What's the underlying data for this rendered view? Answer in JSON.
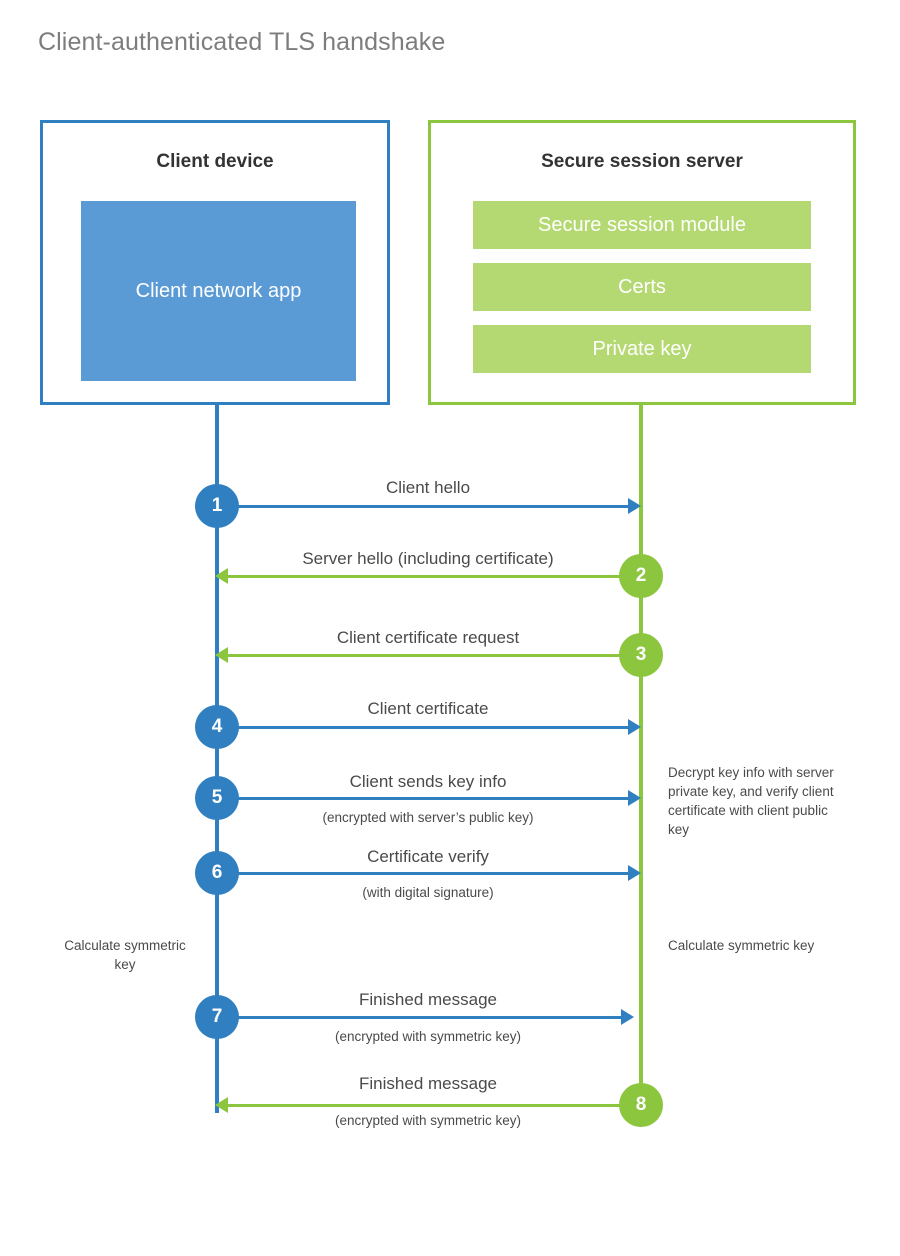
{
  "title": "Client-authenticated TLS handshake",
  "colors": {
    "client_accent": "#2f7fc1",
    "server_accent": "#8cc63f",
    "client_app_fill": "#5b9bd5",
    "server_item_fill": "#b5d972",
    "title_text": "#7d7d7d",
    "body_text": "#4a4a4a",
    "background": "#ffffff"
  },
  "client": {
    "title": "Client device",
    "app_label": "Client network app"
  },
  "server": {
    "title": "Secure session server",
    "items": [
      {
        "label": "Secure session module"
      },
      {
        "label": "Certs"
      },
      {
        "label": "Private key"
      }
    ]
  },
  "steps": [
    {
      "number": "1",
      "label": "Client hello",
      "sublabel": "",
      "direction": "client-to-server",
      "color": "blue"
    },
    {
      "number": "2",
      "label": "Server hello (including certificate)",
      "sublabel": "",
      "direction": "server-to-client",
      "color": "green"
    },
    {
      "number": "3",
      "label": "Client certificate request",
      "sublabel": "",
      "direction": "server-to-client",
      "color": "green"
    },
    {
      "number": "4",
      "label": "Client certificate",
      "sublabel": "",
      "direction": "client-to-server",
      "color": "blue"
    },
    {
      "number": "5",
      "label": "Client sends key info",
      "sublabel": "(encrypted with server’s public key)",
      "direction": "client-to-server",
      "color": "blue"
    },
    {
      "number": "6",
      "label": "Certificate verify",
      "sublabel": "(with digital signature)",
      "direction": "client-to-server",
      "color": "blue"
    },
    {
      "number": "7",
      "label": "Finished message",
      "sublabel": "(encrypted with symmetric key)",
      "direction": "client-to-server",
      "color": "blue"
    },
    {
      "number": "8",
      "label": "Finished message",
      "sublabel": "(encrypted with symmetric key)",
      "direction": "server-to-client",
      "color": "green"
    }
  ],
  "notes": {
    "server_decrypt": "Decrypt key info with server private key, and verify client certificate with client public key",
    "client_calculate": "Calculate symmetric key",
    "server_calculate": "Calculate symmetric key"
  }
}
